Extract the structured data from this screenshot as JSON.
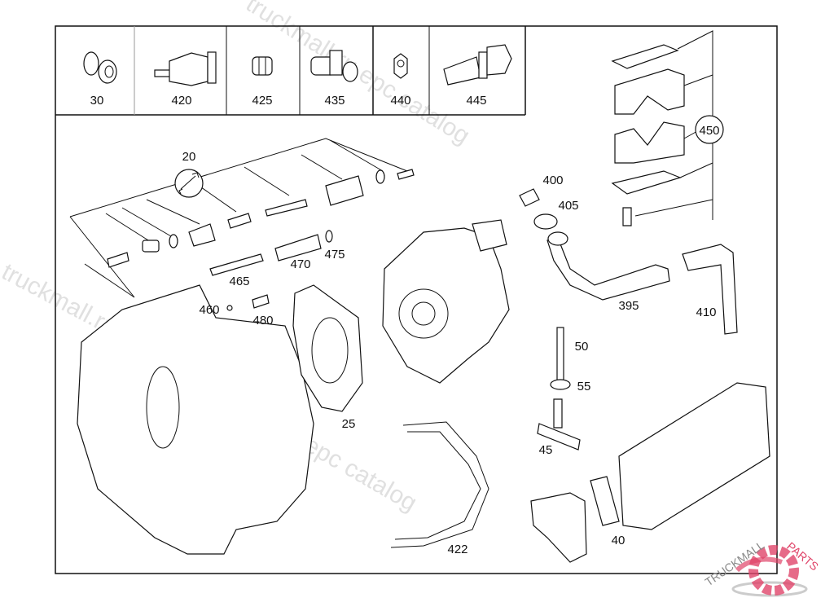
{
  "diagram": {
    "header_parts": [
      {
        "label": "30",
        "icon": "fitting-icon"
      },
      {
        "label": "420",
        "icon": "sensor-icon"
      },
      {
        "label": "425",
        "icon": "adapter-icon"
      },
      {
        "label": "435",
        "icon": "elbow-fitting-icon"
      },
      {
        "label": "440",
        "icon": "nut-icon"
      },
      {
        "label": "445",
        "icon": "hose-connector-icon"
      }
    ],
    "callouts": {
      "p20": "20",
      "p450": "450",
      "p400": "400",
      "p405": "405",
      "p465": "465",
      "p470": "470",
      "p475": "475",
      "p460": "460",
      "p480": "480",
      "p395": "395",
      "p410": "410",
      "p50": "50",
      "p55": "55",
      "p45": "45",
      "p25": "25",
      "p422": "422",
      "p40": "40"
    },
    "watermark": {
      "lines": [
        "truckmall.ru epc catalog",
        "truckmall.ru epc catalog",
        "truckmall.ru epc catalog"
      ],
      "logo_text": "TRUCKMALLPARTS",
      "logo_color": "#e0456a"
    }
  }
}
